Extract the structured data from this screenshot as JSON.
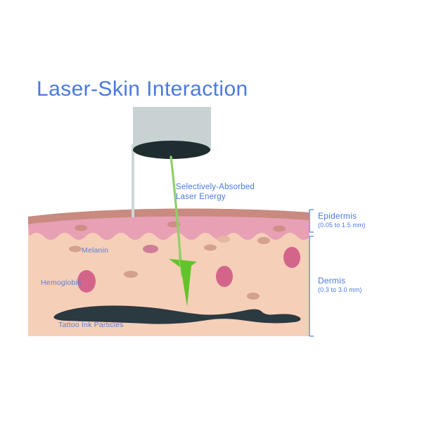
{
  "title": "Laser-Skin Interaction",
  "beam": {
    "label_line1": "Selectively-Absorbed",
    "label_line2": "Laser Energy"
  },
  "layers": {
    "epidermis": {
      "name": "Epidermis",
      "range": "(0.05 to 1.5 mm)"
    },
    "dermis": {
      "name": "Dermis",
      "range": "(0.3 to 3.0 mm)"
    }
  },
  "structures": {
    "melanin": "Melanin",
    "hemoglobin": "Hemoglobin",
    "tattoo": "Tattoo Ink Particles"
  },
  "colors": {
    "title_blue": "#4a7ae0",
    "label_blue": "#5a7fd6",
    "bracket_blue": "#6f9ade",
    "device_body": "#c9d2d3",
    "device_aperture": "#1f2c30",
    "beam_green": "#6abf40",
    "arrow_green": "#63c32a",
    "stratum": "#c98a80",
    "epidermis_fill": "#e8a0b5",
    "dermis_fill": "#f6cfb8",
    "hemoglobin_fill": "#d4658a",
    "melanin_fill": "#d3a18e",
    "tattoo_fill": "#2b3940",
    "background": "#ffffff"
  }
}
